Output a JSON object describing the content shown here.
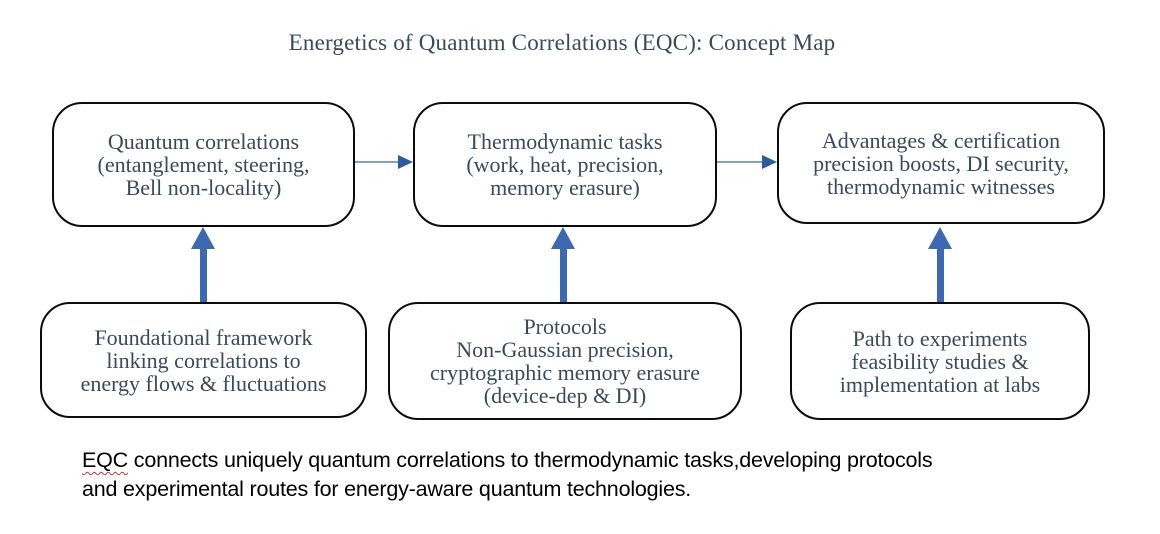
{
  "title": "Energetics of Quantum Correlations (EQC): Concept Map",
  "boxes": {
    "top": [
      {
        "lines": [
          "Quantum correlations",
          "(entanglement, steering,",
          "Bell non-locality)"
        ]
      },
      {
        "lines": [
          "Thermodynamic tasks",
          "(work, heat, precision,",
          "memory erasure)"
        ]
      },
      {
        "lines": [
          "Advantages & certification",
          "precision boosts, DI security,",
          "thermodynamic witnesses"
        ]
      }
    ],
    "bottom": [
      {
        "lines": [
          "Foundational framework",
          "linking correlations to",
          "energy flows & fluctuations"
        ]
      },
      {
        "lines": [
          "Protocols",
          "Non-Gaussian precision,",
          "cryptographic memory erasure",
          "(device-dep & DI)"
        ]
      },
      {
        "lines": [
          "Path to experiments",
          "feasibility studies &",
          "implementation at labs"
        ]
      }
    ]
  },
  "caption": {
    "term": "EQC",
    "line1_rest": " connects uniquely quantum correlations to thermodynamic tasks,developing protocols",
    "line2": "and experimental routes for energy-aware quantum technologies."
  },
  "colors": {
    "box_border": "#0c0c0c",
    "box_text": "#3a4a5c",
    "title_text": "#3a4a5c",
    "vertical_arrow": "#3d69b2",
    "connector_line": "#7f9fd2",
    "connector_head": "#2f5b9e",
    "caption_text": "#000000",
    "spellcheck_squiggle": "#d0342c",
    "background": "#ffffff"
  }
}
